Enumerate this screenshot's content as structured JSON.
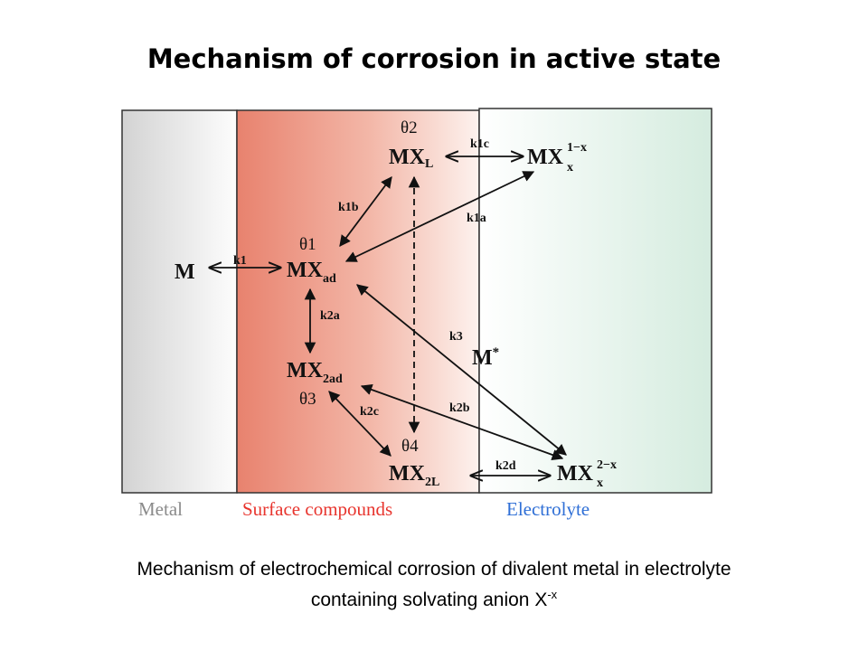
{
  "slide": {
    "title": "Mechanism of corrosion in active state",
    "caption": {
      "line1": "Mechanism of electrochemical corrosion of divalent metal in electrolyte",
      "line2": "containing solvating anion X",
      "line2_sup": "-x"
    }
  },
  "diagram": {
    "zones": {
      "metal": "Metal",
      "surface": "Surface compounds",
      "electrolyte": "Electrolyte"
    },
    "zone_colors": {
      "metal": "#8b8b8b",
      "surface": "#e8352e",
      "electrolyte": "#2f6fd6"
    },
    "nodes": {
      "m": "M",
      "mx_ad_main": "MX",
      "mx_ad_sub": "ad",
      "mx_l_main": "MX",
      "mx_l_sub": "L",
      "mx_x_main": "MX",
      "mx_x_sup": "1−x",
      "mx_x_sub": "x",
      "mx2ad_main": "MX",
      "mx2ad_sub": "2ad",
      "mx2l_main": "MX",
      "mx2l_sub": "2L",
      "mx2x_main": "MX",
      "mx2x_sup": "2−x",
      "mx2x_sub": "x",
      "mstar_main": "M",
      "mstar_sup": "*"
    },
    "thetas": {
      "theta1": "θ1",
      "theta2": "θ2",
      "theta3": "θ3",
      "theta4": "θ4"
    },
    "rates": {
      "k1": "k1",
      "k1a": "k1a",
      "k1b": "k1b",
      "k1c": "k1c",
      "k2a": "k2a",
      "k2b": "k2b",
      "k2c": "k2c",
      "k2d": "k2d",
      "k3": "k3"
    }
  }
}
